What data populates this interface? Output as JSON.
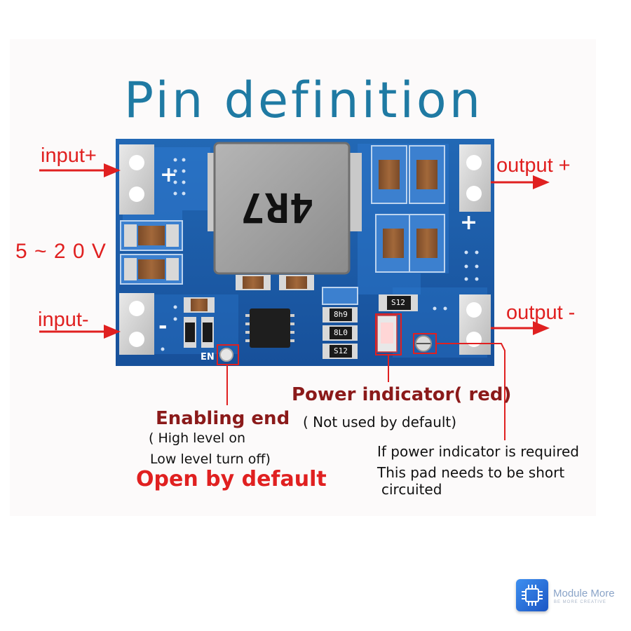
{
  "title": "Pin definition",
  "labels": {
    "input_plus": "input+",
    "input_minus": "input-",
    "voltage": "5 ~ 2 0 V",
    "output_plus": "output +",
    "output_minus": "output -"
  },
  "board": {
    "inductor_marking": "4R7",
    "en_marking": "EN",
    "plus_sign": "+",
    "minus_sign": "-",
    "resistor_markings": [
      "8h9",
      "8L0",
      "S12",
      "S12"
    ]
  },
  "power_indicator": {
    "title": "Power indicator( red)",
    "note": "( Not used by default)"
  },
  "enabling_end": {
    "title": "Enabling end",
    "line1": "( High level on",
    "line2": "Low level turn off)",
    "default": "Open by default"
  },
  "pad_note": {
    "line1": "If power indicator is required",
    "line2": "This pad needs to be short",
    "line3": "circuited"
  },
  "logo": {
    "name": "Module More",
    "tagline": "BE MORE CREATIVE"
  },
  "colors": {
    "title": "#1f7aa3",
    "arrow_red": "#e02020",
    "pcb_blue": "#1d5fa8",
    "label_dark_red": "#8b1a1a"
  }
}
